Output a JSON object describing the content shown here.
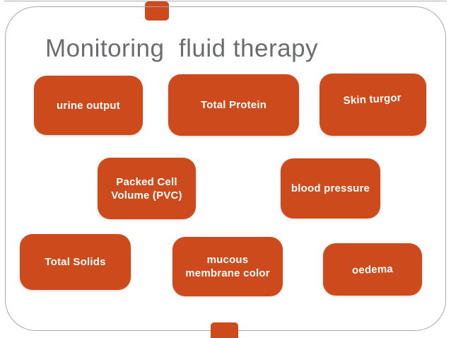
{
  "slide": {
    "title": "Monitoring  fluid therapy",
    "boxes": [
      {
        "id": "urine-output",
        "label": "urine output"
      },
      {
        "id": "total-protein",
        "label": "Total Protein"
      },
      {
        "id": "skin-turgor",
        "label": "Skin turgor"
      },
      {
        "id": "packed-cell-volume",
        "line1": "Packed Cell",
        "line2": "Volume (PVC)"
      },
      {
        "id": "blood-pressure",
        "label": "blood pressure"
      },
      {
        "id": "total-solids",
        "label": "Total Solids"
      },
      {
        "id": "mucous-membrane",
        "line1": "mucous",
        "line2": "membrane color"
      },
      {
        "id": "oedema",
        "label": "oedema"
      }
    ],
    "colors": {
      "box_orange": "#cc4a1b",
      "title_gray": "#6b6c6e",
      "frame_border": "#a8a8a8",
      "box_text": "#ffffff"
    }
  }
}
